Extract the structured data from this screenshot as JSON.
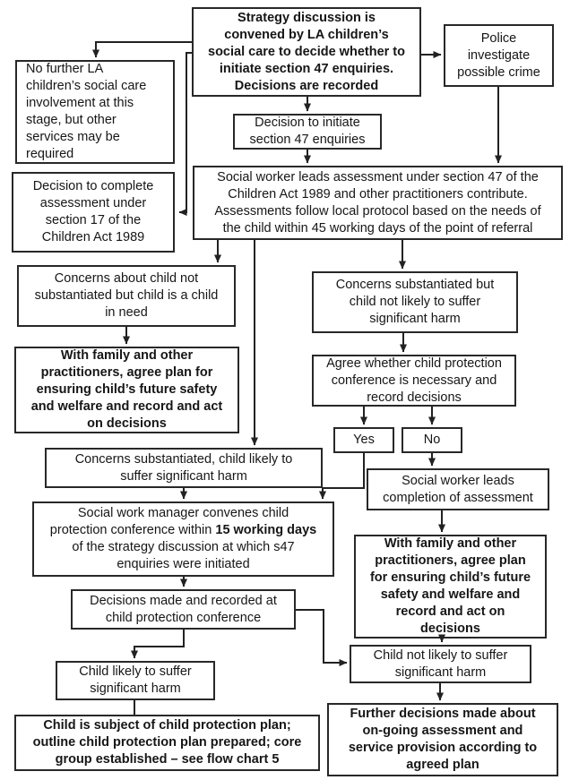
{
  "page": {
    "background": "#ffffff",
    "box_border_color": "#282828",
    "line_color": "#222222",
    "text_color": "#161616"
  },
  "nodes": {
    "strategy": {
      "text": "Strategy discussion is\nconvened by LA children’s\nsocial care to decide whether to\ninitiate section 47 enquiries.\nDecisions are recorded"
    },
    "police": {
      "text": "Police\ninvestigate\npossible crime"
    },
    "no_further": {
      "text": "No further LA\nchildren’s social care\ninvolvement at this\nstage, but other\nservices may be\nrequired"
    },
    "decision_initiate": {
      "text": "Decision to initiate\nsection 47 enquiries"
    },
    "section17": {
      "text": "Decision to complete\nassessment under\nsection 17 of the\nChildren Act 1989"
    },
    "s47_assessment": {
      "text": "Social worker leads assessment under section 47 of the\nChildren Act 1989 and other practitioners contribute.\nAssessments follow local protocol based on the needs of\nthe child within 45 working days of the point of referral"
    },
    "concerns_not_substantiated": {
      "text": "Concerns about child not\nsubstantiated but child is a child\nin need"
    },
    "concerns_substantiated_not_likely": {
      "text": "Concerns substantiated but\nchild not likely to suffer\nsignificant harm"
    },
    "with_family_left": {
      "text": "With family and other\npractitioners, agree plan for\nensuring child’s future safety\nand welfare and record and act\non decisions"
    },
    "agree_conference": {
      "text": "Agree whether child protection\nconference is necessary and\nrecord decisions"
    },
    "yes": {
      "text": "Yes"
    },
    "no": {
      "text": "No"
    },
    "concerns_likely": {
      "text": "Concerns substantiated, child likely to\nsuffer significant harm"
    },
    "sw_completion": {
      "text": "Social worker leads\ncompletion of assessment"
    },
    "sw_manager": {
      "text_before": "Social work manager convenes child\nprotection conference within ",
      "text_bold": "15 working days",
      "text_after": "\nof the strategy discussion at which s47\nenquiries were initiated"
    },
    "with_family_right": {
      "text": "With family and other\npractitioners, agree plan\nfor ensuring child’s future\nsafety and welfare and\nrecord and act on\ndecisions"
    },
    "decisions_made": {
      "text": "Decisions made and recorded at\nchild protection conference"
    },
    "child_not_likely": {
      "text": "Child not likely to suffer\nsignificant harm"
    },
    "child_likely": {
      "text": "Child likely to suffer\nsignificant harm"
    },
    "cp_plan": {
      "text": "Child is subject of child protection plan;\noutline child protection plan prepared; core\ngroup established – see flow chart 5"
    },
    "further_decisions": {
      "text": "Further decisions made about\non-going assessment and\nservice provision according to\nagreed plan"
    }
  }
}
